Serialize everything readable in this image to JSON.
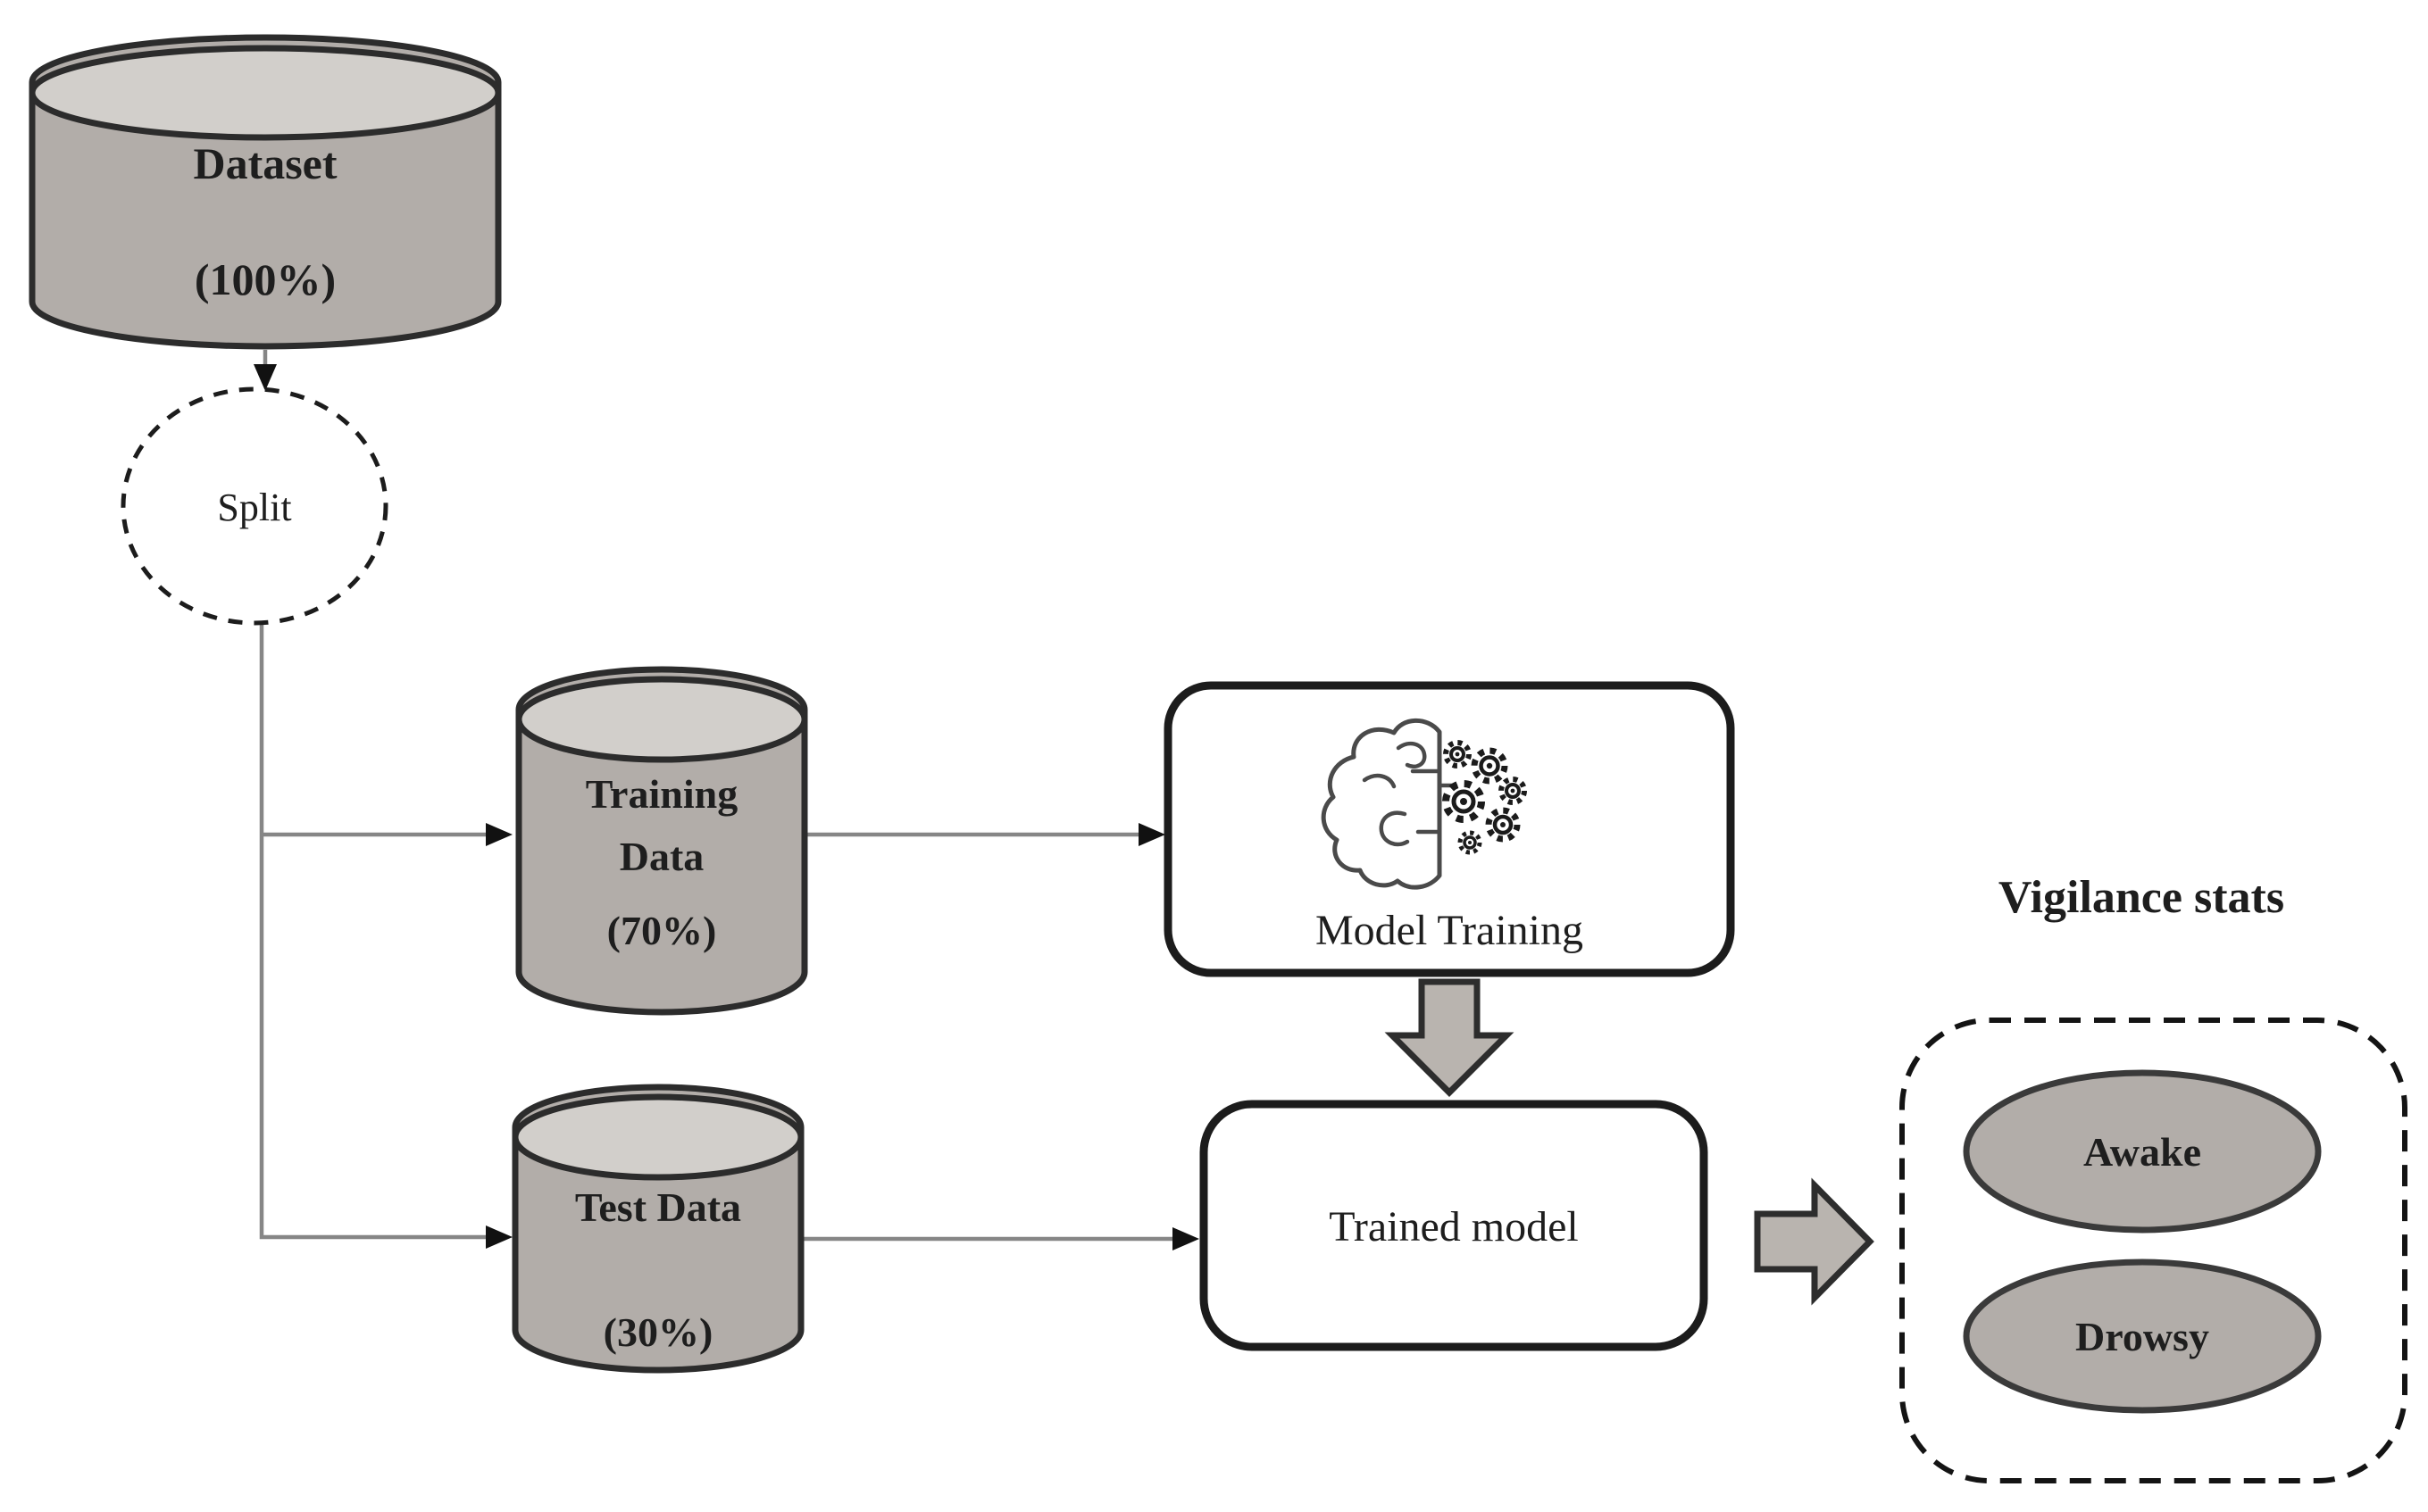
{
  "figure": {
    "nodes": {
      "dataset": {
        "type": "cylinder",
        "label": "Dataset",
        "percent": "(100%)"
      },
      "split": {
        "type": "dashed-circle",
        "label": "Split"
      },
      "training_data": {
        "type": "cylinder",
        "line1": "Training",
        "line2": "Data",
        "percent": "(70%)"
      },
      "test_data": {
        "type": "cylinder",
        "label": "Test Data",
        "percent": "(30%)"
      },
      "model_training": {
        "type": "rounded-box",
        "label": "Model Training",
        "icon": "brain-gears-icon"
      },
      "trained_model": {
        "type": "rounded-box",
        "label": "Trained model"
      },
      "vigilance": {
        "type": "dashed-panel",
        "title": "Vigilance stats",
        "states": [
          {
            "label": "Awake"
          },
          {
            "label": "Drowsy"
          }
        ]
      }
    },
    "flow": [
      "Dataset (100%) -> Split",
      "Split -> Training Data (70%)",
      "Split -> Test Data (30%)",
      "Training Data (70%) -> Model Training",
      "Model Training -> Trained model",
      "Test Data (30%) -> Trained model",
      "Trained model -> Vigilance stats"
    ],
    "colors": {
      "background": "#ffffff",
      "node_fill": "#b2ada9",
      "node_top_fill": "#d2cfcb",
      "outline": "#2c2c2c",
      "connector": "#868686",
      "arrowhead": "#111111",
      "block_arrow_fill": "#b9b4af",
      "text": "#1e1e1e"
    }
  }
}
